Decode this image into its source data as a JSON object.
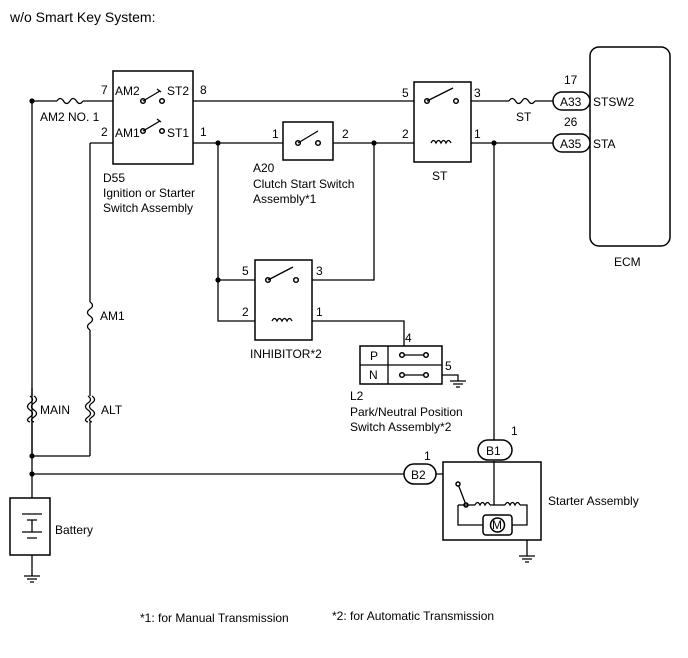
{
  "title": "w/o Smart Key System:",
  "ecm": {
    "name": "ECM",
    "pin_stsw2": "STSW2",
    "pin_sta": "STA",
    "conn_a33": "A33",
    "conn_a35": "A35",
    "num_17": "17",
    "num_26": "26"
  },
  "fuse_st": "ST",
  "fuse_am2": "AM2 NO. 1",
  "fuse_am1": "AM1",
  "fuse_main": "MAIN",
  "fuse_alt": "ALT",
  "ignition": {
    "code": "D55",
    "line1": "Ignition or Starter",
    "line2": "Switch Assembly",
    "am2": "AM2",
    "am1": "AM1",
    "st2": "ST2",
    "st1": "ST1",
    "p7": "7",
    "p2": "2",
    "p8": "8",
    "p1": "1"
  },
  "clutch": {
    "code": "A20",
    "line1": "Clutch Start Switch",
    "line2": "Assembly*1",
    "p1": "1",
    "p2": "2"
  },
  "st_relay": {
    "name": "ST",
    "p5": "5",
    "p3": "3",
    "p2": "2",
    "p1": "1"
  },
  "inhibitor": {
    "name": "INHIBITOR*2",
    "p5": "5",
    "p3": "3",
    "p2": "2",
    "p1": "1"
  },
  "park_neutral": {
    "code": "L2",
    "line1": "Park/Neutral Position",
    "line2": "Switch Assembly*2",
    "p": "P",
    "n": "N",
    "p4": "4",
    "p5": "5"
  },
  "starter": {
    "name": "Starter Assembly",
    "conn_b1": "B1",
    "conn_b2": "B2",
    "p1_b1": "1",
    "p1_b2": "1",
    "motor": "M"
  },
  "battery": "Battery",
  "footnotes": {
    "n1": "*1: for Manual Transmission",
    "n2": "*2: for Automatic Transmission"
  }
}
